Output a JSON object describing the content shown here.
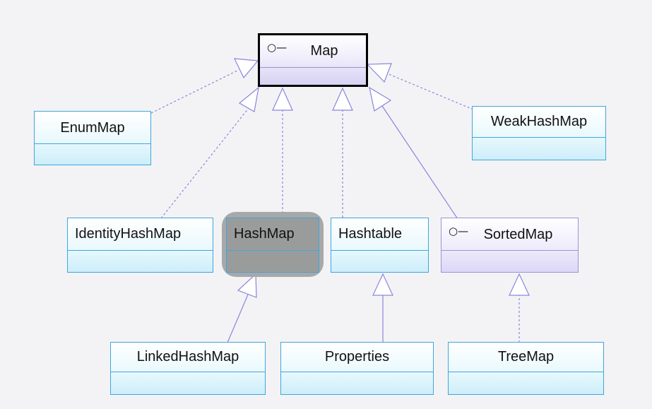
{
  "nodes": {
    "map": {
      "label": "Map",
      "kind": "interface"
    },
    "enum_map": {
      "label": "EnumMap",
      "kind": "class"
    },
    "weak_hash_map": {
      "label": "WeakHashMap",
      "kind": "class"
    },
    "identity_hash_map": {
      "label": "IdentityHashMap",
      "kind": "class"
    },
    "hash_map": {
      "label": "HashMap",
      "kind": "class",
      "highlighted": true
    },
    "hashtable": {
      "label": "Hashtable",
      "kind": "class"
    },
    "sorted_map": {
      "label": "SortedMap",
      "kind": "interface"
    },
    "linked_hash_map": {
      "label": "LinkedHashMap",
      "kind": "class"
    },
    "properties": {
      "label": "Properties",
      "kind": "class"
    },
    "tree_map": {
      "label": "TreeMap",
      "kind": "class"
    }
  },
  "interface_symbol": "○—",
  "relations": [
    {
      "from": "enum_map",
      "to": "map",
      "type": "realization"
    },
    {
      "from": "identity_hash_map",
      "to": "map",
      "type": "realization"
    },
    {
      "from": "hash_map",
      "to": "map",
      "type": "realization"
    },
    {
      "from": "hashtable",
      "to": "map",
      "type": "realization"
    },
    {
      "from": "sorted_map",
      "to": "map",
      "type": "generalization"
    },
    {
      "from": "weak_hash_map",
      "to": "map",
      "type": "realization"
    },
    {
      "from": "linked_hash_map",
      "to": "hash_map",
      "type": "generalization"
    },
    {
      "from": "properties",
      "to": "hashtable",
      "type": "generalization"
    },
    {
      "from": "tree_map",
      "to": "sorted_map",
      "type": "realization"
    }
  ],
  "colors": {
    "edge": "#8a85e0",
    "class_border": "#3fa6dc",
    "interface_border": "#9c93d6",
    "highlight": "#a8a8a8"
  }
}
